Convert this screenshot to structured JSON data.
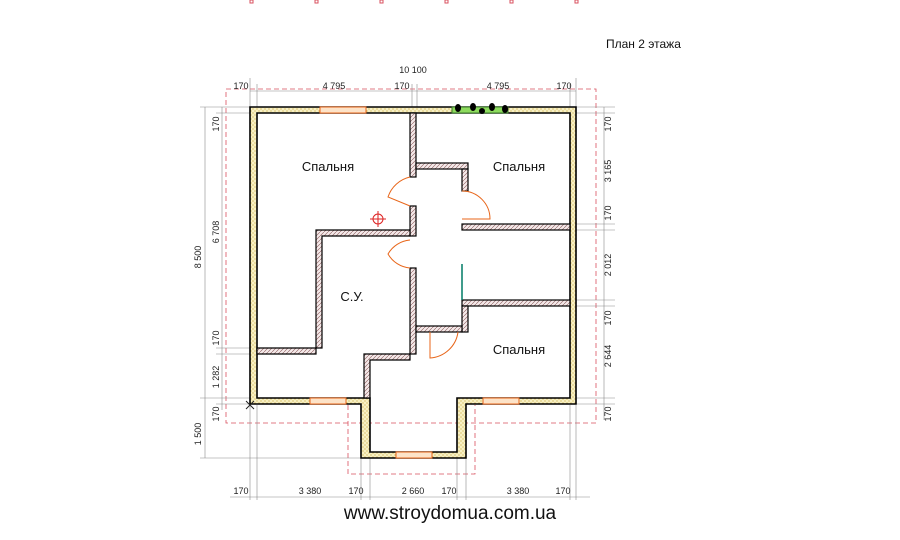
{
  "title": "План 2 этажа",
  "rooms": {
    "bedroom_tl": "Спальня",
    "bedroom_tr": "Спальня",
    "bathroom": "С.У.",
    "bedroom_br": "Спальня"
  },
  "dims_top": {
    "total": "10 100",
    "d1": "170",
    "d2": "4 795",
    "d3": "170",
    "d4": "4 795",
    "d5": "170"
  },
  "dims_bottom": {
    "d1": "170",
    "d2": "3 380",
    "d3": "170",
    "d4": "2 660",
    "d5": "170",
    "d6": "3 380",
    "d7": "170"
  },
  "dims_left": {
    "total": "8 500",
    "d1": "170",
    "d2": "6 708",
    "d3": "170",
    "d4": "1 282",
    "d5": "170",
    "d6": "1 500"
  },
  "dims_right": {
    "d1": "170",
    "d2": "3 165",
    "d3": "170",
    "d4": "2 012",
    "d5": "170",
    "d6": "2 644",
    "d7": "170"
  },
  "website": "www.stroydomua.com.ua",
  "colors": {
    "wall_fill": "#f7f0c4",
    "wall_stroke": "#000000",
    "door": "#e8661a",
    "window_fill": "#fde3c8",
    "window_stroke": "#e8661a",
    "balcony_window": "#8ddb5e",
    "dashed_outline": "#d9505f",
    "dim_line": "#666666",
    "partition": "#007a66"
  }
}
